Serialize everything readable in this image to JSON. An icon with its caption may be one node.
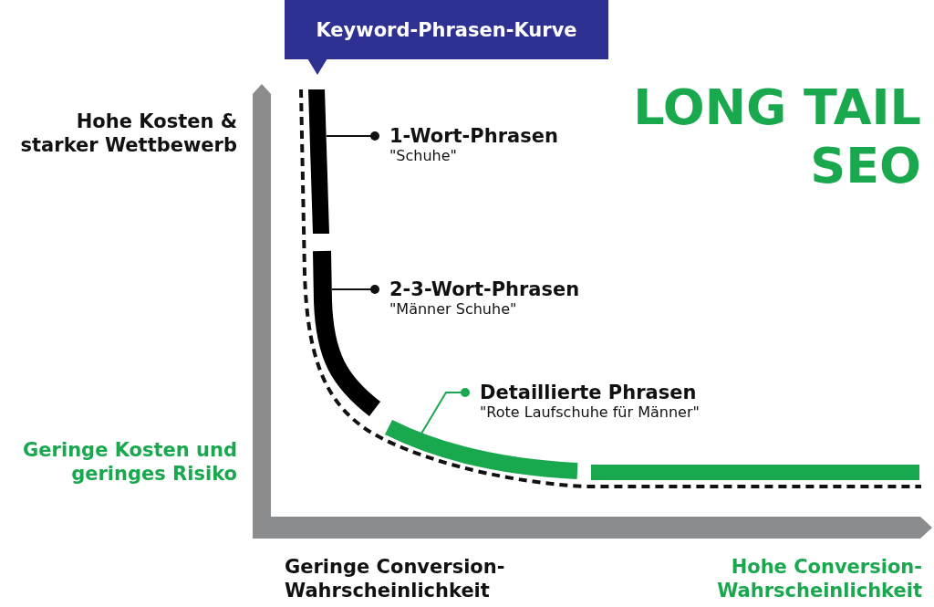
{
  "diagram": {
    "title": "LONG TAIL SEO",
    "nodes": [
      {
        "text": [
          "Keyword-Phrasen-Kurve"
        ]
      },
      {
        "text": [
          "1-Wort-Phrasen",
          "\"Schuhe\""
        ]
      },
      {
        "text": [],
        "shape": "bar"
      },
      {
        "text": [
          "2-3-Wort-Phrasen",
          "\"Männer Schuhe\""
        ]
      },
      {
        "text": [],
        "shape": "bar"
      },
      {
        "text": [
          "Detaillierte Phrasen",
          "\"Rote Laufschuhe für Männer\""
        ]
      },
      {
        "text": [],
        "shape": "bar"
      },
      {
        "text": [],
        "shape": "bar"
      }
    ],
    "edges": [
      {
        "from": 1,
        "to": 2,
        "arrow": "other"
      },
      {
        "from": 3,
        "to": 4,
        "arrow": "other"
      },
      {
        "from": 5,
        "to": 6,
        "arrow": "other",
        "color": "#1aa84f"
      }
    ],
    "labels": [
      "Hohe Kosten & starker Wettbewerb",
      "Geringe Kosten und geringes Risiko",
      "Geringe Conversion-Wahrscheinlichkeit",
      "Hohe Conversion-Wahrscheinlichkeit"
    ]
  }
}
